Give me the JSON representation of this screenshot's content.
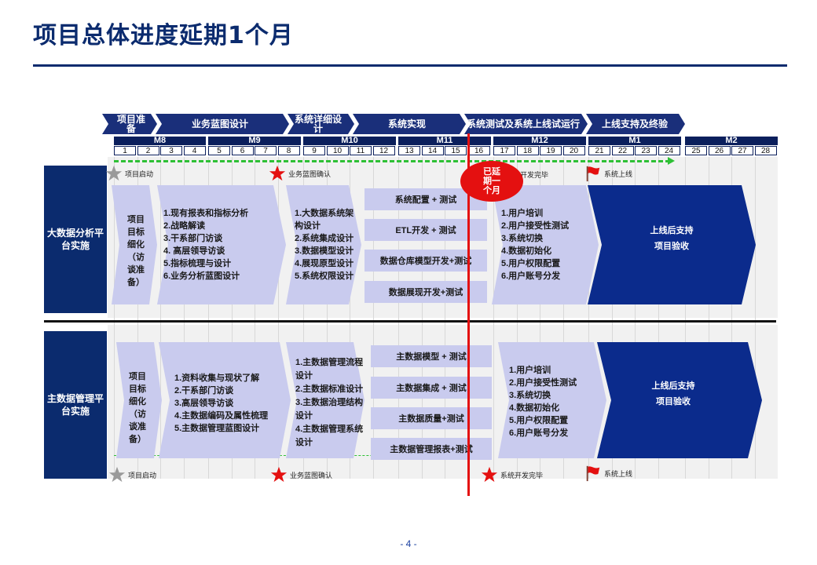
{
  "title": "项目总体进度延期1个月",
  "phases": [
    {
      "label": "项目准备"
    },
    {
      "label": "业务蓝图设计"
    },
    {
      "label": "系统详细设计"
    },
    {
      "label": "系统实现"
    },
    {
      "label": "系统测试及系统上线试运行"
    },
    {
      "label": "上线支持及终验"
    }
  ],
  "months": [
    "M8",
    "M9",
    "M10",
    "M11",
    "M12",
    "M1",
    "M2"
  ],
  "weeks": [
    "1",
    "2",
    "3",
    "4",
    "5",
    "6",
    "7",
    "8",
    "9",
    "10",
    "11",
    "12",
    "13",
    "14",
    "15",
    "16",
    "17",
    "18",
    "19",
    "20",
    "21",
    "22",
    "23",
    "24",
    "25",
    "26",
    "27",
    "28"
  ],
  "delay_label": "已延期一个月",
  "rows": {
    "bigdata": {
      "title": "大数据分析平台实施",
      "prep": "项目目标细化（访谈准备）",
      "blueprint": "1.现有报表和指标分析\n 2.战略解读\n  3.干系部门访谈\n   4. 高层领导访谈\n 5.指标梳理与设计\n6.业务分析蓝图设计",
      "detail": "1.大数据系统架构设计\n 2.系统集成设计\n 3.数据模型设计\n4.展现原型设计\n5.系统权限设计",
      "impl": [
        "系统配置 + 测试",
        "ETL开发 + 测试",
        "数据仓库模型开发+测试",
        "数据展现开发+测试"
      ],
      "test": "1.用户培训\n 2.用户接受性测试\n  3.系统切换\n  4.数据初始化\n 5.用户权限配置\n6.用户账号分发",
      "support": "上线后支持\n项目验收"
    },
    "mdm": {
      "title": "主数据管理平台实施",
      "prep": "项目目标细化（访谈准备）",
      "blueprint": "1.资料收集与现状了解\n2.干系部门访谈\n3.高层领导访谈\n4.主数据编码及属性梳理\n5.主数据管理蓝图设计",
      "detail": "1.主数据管理流程设计\n  2.主数据标准设计\n  3.主数据治理结构设计\n 4.主数据管理系统设计",
      "impl": [
        "主数据模型 + 测试",
        "主数据集成 + 测试",
        "主数据质量+测试",
        "主数据管理报表+测试"
      ],
      "test": "1.用户培训\n 2.用户接受性测试\n  3.系统切换\n 4.数据初始化\n 5.用户权限配置\n6.用户账号分发",
      "support": "上线后支持\n项目验收"
    }
  },
  "milestones_top": [
    "项目启动",
    "业务蓝图确认",
    "开发完毕",
    "系统上线"
  ],
  "milestones_bottom": [
    "项目启动",
    "业务蓝图确认",
    "系统开发完毕",
    "系统上线"
  ],
  "page_number": "- 4 -",
  "colors": {
    "navy": "#0b2b6e",
    "lavender": "#c9cbee",
    "red": "#e41010",
    "green": "#2ec035"
  }
}
